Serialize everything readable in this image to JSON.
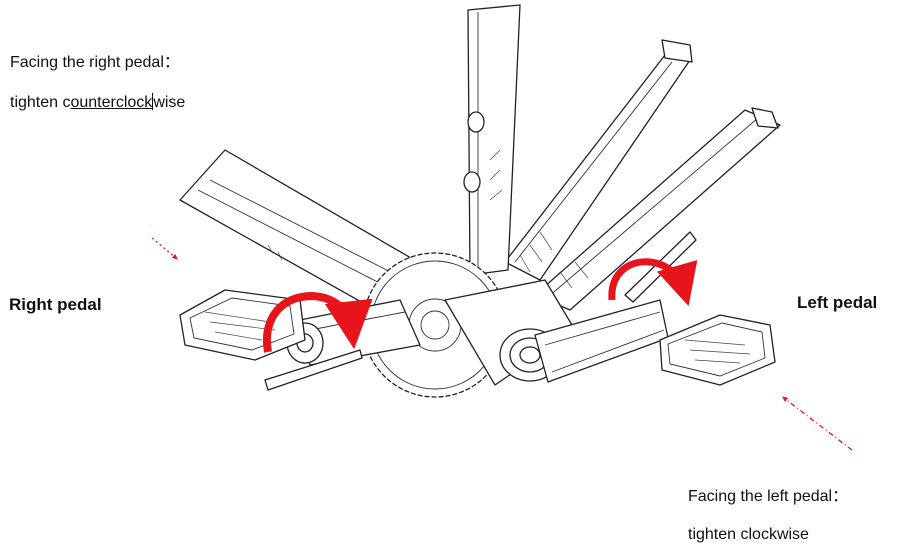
{
  "notes": {
    "right_line1": "Facing the right pedal：",
    "right_line2_a": "tighten c",
    "right_line2_b": "ounterclock",
    "right_line2_c": "wise",
    "left_line1": "Facing the left pedal：",
    "left_line2": "tighten clockwise"
  },
  "labels": {
    "right_pedal": "Right pedal",
    "left_pedal": "Left pedal"
  },
  "colors": {
    "arrow": "#e8141b",
    "line": "#222222",
    "background": "#ffffff"
  },
  "icons": {
    "right_arrow": "curved-arrow-counterclockwise-icon",
    "left_arrow": "curved-arrow-clockwise-icon",
    "right_pointer": "dashed-pointer-arrow-icon",
    "left_pointer": "dashed-pointer-arrow-icon"
  }
}
